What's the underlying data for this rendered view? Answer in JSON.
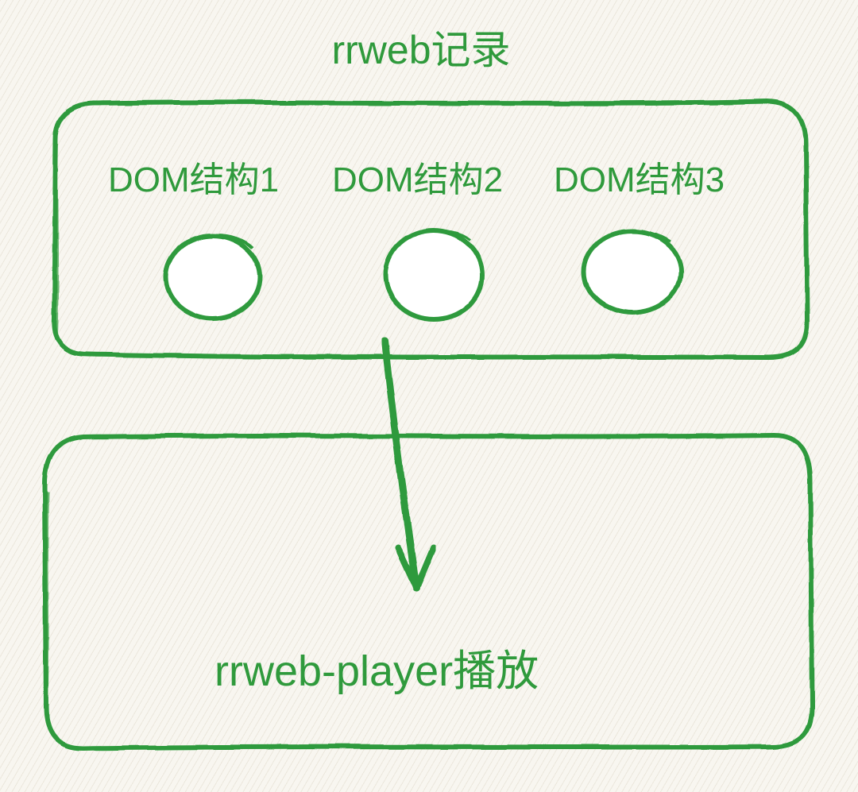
{
  "diagram": {
    "title": "rrweb记录",
    "record_box": {
      "dom_structures": [
        {
          "label": "DOM结构1"
        },
        {
          "label": "DOM结构2"
        },
        {
          "label": "DOM结构3"
        }
      ]
    },
    "player_box": {
      "label": "rrweb-player播放"
    }
  },
  "colors": {
    "stroke": "#2f9a3c",
    "node_fill": "#ffffff",
    "background": "#f8f6f0"
  }
}
